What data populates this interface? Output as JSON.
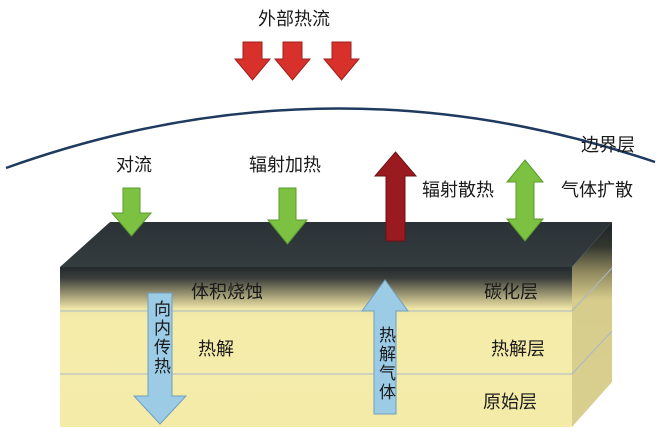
{
  "labels": {
    "external_heat_flux": "外部热流",
    "boundary_layer": "边界层",
    "convection": "对流",
    "radiative_heating": "辐射加热",
    "radiative_cooling": "辐射散热",
    "gas_diffusion": "气体扩散",
    "volume_ablation": "体积烧蚀",
    "carbonized_layer": "碳化层",
    "inward_heat_transfer": "向内传热",
    "pyrolysis": "热解",
    "pyrolysis_layer": "热解层",
    "pyrolysis_gas": "热解气体",
    "virgin_layer": "原始层"
  },
  "colors": {
    "heat_arrow_red": "#d8312c",
    "green_arrow": "#7cc142",
    "dark_red_arrow": "#9a1b1f",
    "blue_arrow": "#9ccbe6",
    "boundary_curve": "#1f3a5f",
    "char_top": "#2c3338",
    "material_yellow": "#f5ecaa"
  },
  "icons": {
    "heat_flux": "arrow-down-red",
    "convection": "arrow-down-green",
    "radiative_heating": "arrow-down-green",
    "radiative_cooling": "arrow-up-dark-red",
    "gas_diffusion": "arrow-double-green",
    "inward_heat_transfer": "arrow-down-blue",
    "pyrolysis_gas": "arrow-up-blue"
  }
}
